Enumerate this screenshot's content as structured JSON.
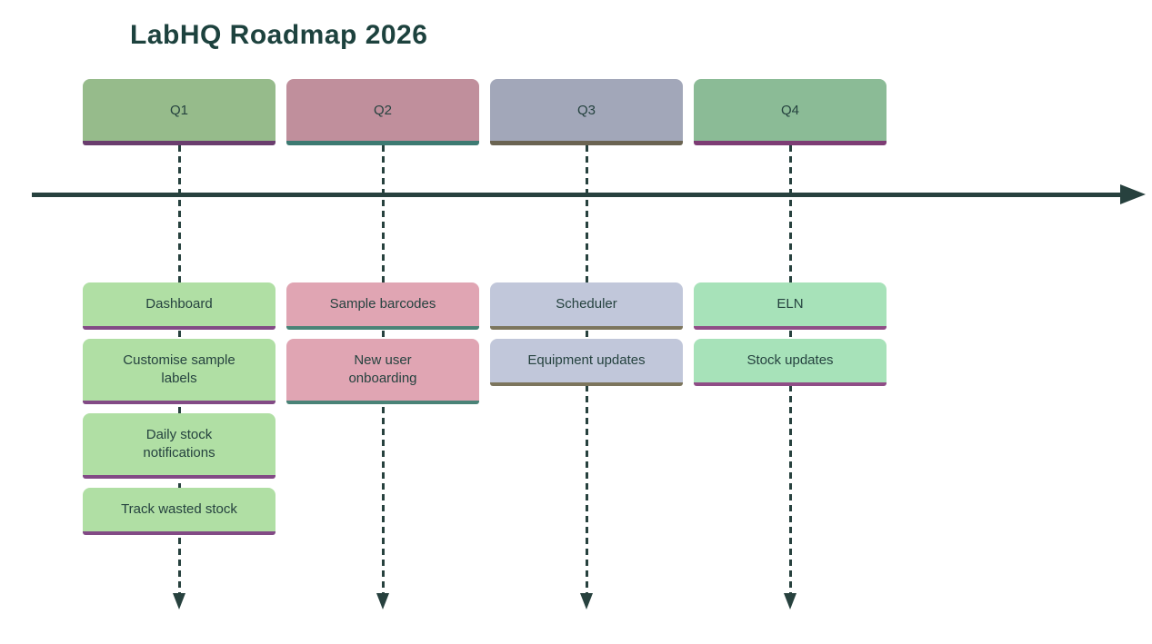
{
  "title": "LabHQ Roadmap 2026",
  "colors": {
    "title_text": "#1d423e",
    "body_text": "#25423f",
    "timeline": "#27413e",
    "background": "#ffffff"
  },
  "timeline": {
    "direction": "left-to-right",
    "arrowhead": "right"
  },
  "columns": [
    {
      "label": "Q1",
      "colors": {
        "header_bg": "#96bb8b",
        "header_accent": "#6a3d6e",
        "task_bg": "#b0dfa4",
        "task_accent": "#824a85"
      },
      "tasks": [
        "Dashboard",
        "Customise sample labels",
        "Daily stock notifications",
        "Track wasted stock"
      ]
    },
    {
      "label": "Q2",
      "colors": {
        "header_bg": "#c08f9c",
        "header_accent": "#3d7a72",
        "task_bg": "#e0a5b3",
        "task_accent": "#4a8377"
      },
      "tasks": [
        "Sample barcodes",
        "New user onboarding"
      ]
    },
    {
      "label": "Q3",
      "colors": {
        "header_bg": "#a2a7b9",
        "header_accent": "#6b6452",
        "task_bg": "#c1c7da",
        "task_accent": "#7c755d"
      },
      "tasks": [
        "Scheduler",
        "Equipment updates"
      ]
    },
    {
      "label": "Q4",
      "colors": {
        "header_bg": "#8bbb96",
        "header_accent": "#7d3c74",
        "task_bg": "#a7e2b9",
        "task_accent": "#8f4d86"
      },
      "tasks": [
        "ELN",
        "Stock updates"
      ]
    }
  ]
}
